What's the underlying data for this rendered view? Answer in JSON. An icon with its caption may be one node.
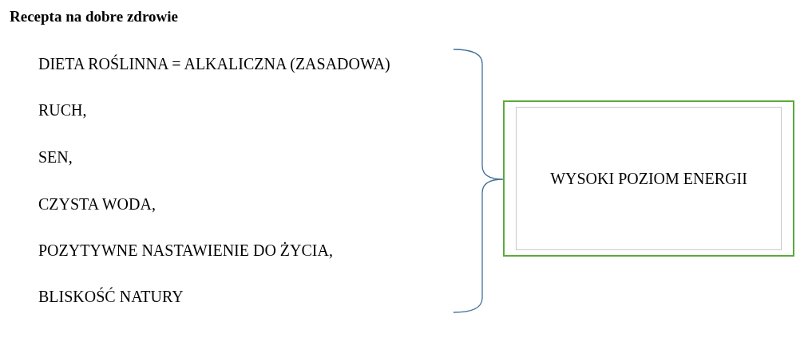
{
  "diagram": {
    "title": "Recepta na dobre zdrowie",
    "nodes": [
      {
        "text": [],
        "shape": "box"
      },
      {
        "text": [
          "WYSOKI POZIOM ENERGII"
        ],
        "in": 0
      }
    ],
    "labels": [
      "DIETA ROŚLINNA = ALKALICZNA (ZASADOWA)",
      "RUCH,",
      "SEN,",
      "CZYSTA WODA,",
      "POZYTYWNE NASTAWIENIE DO ŻYCIA,",
      "BLISKOŚĆ NATURY"
    ]
  }
}
